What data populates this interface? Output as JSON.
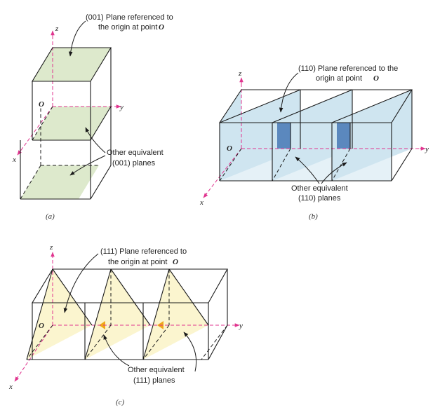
{
  "colors": {
    "plane_a": "#dde9cc",
    "plane_b": "#cfe5f0",
    "plane_b_dark": "#5b88be",
    "plane_c": "#fbf5cf",
    "plane_c_dark": "#f0a818",
    "axis": "#e0358f",
    "edge": "#1a1a1a"
  },
  "panel_a": {
    "callout": [
      "(001) Plane referenced to",
      "the origin at point"
    ],
    "origin": "O",
    "other": [
      "Other equivalent",
      "(001) planes"
    ],
    "axes": {
      "z": "z",
      "x": "x",
      "y": "y"
    },
    "caption": "(a)"
  },
  "panel_b": {
    "callout": [
      "(110) Plane referenced to the",
      "origin at point"
    ],
    "origin": "O",
    "other": [
      "Other equivalent",
      "(110) planes"
    ],
    "axes": {
      "z": "z",
      "x": "x",
      "y": "y"
    },
    "caption": "(b)"
  },
  "panel_c": {
    "callout": [
      "(111) Plane referenced to",
      "the origin at point"
    ],
    "origin": "O",
    "other": [
      "Other equivalent",
      "(111) planes"
    ],
    "axes": {
      "z": "z",
      "x": "x",
      "y": "y"
    },
    "caption": "(c)"
  }
}
